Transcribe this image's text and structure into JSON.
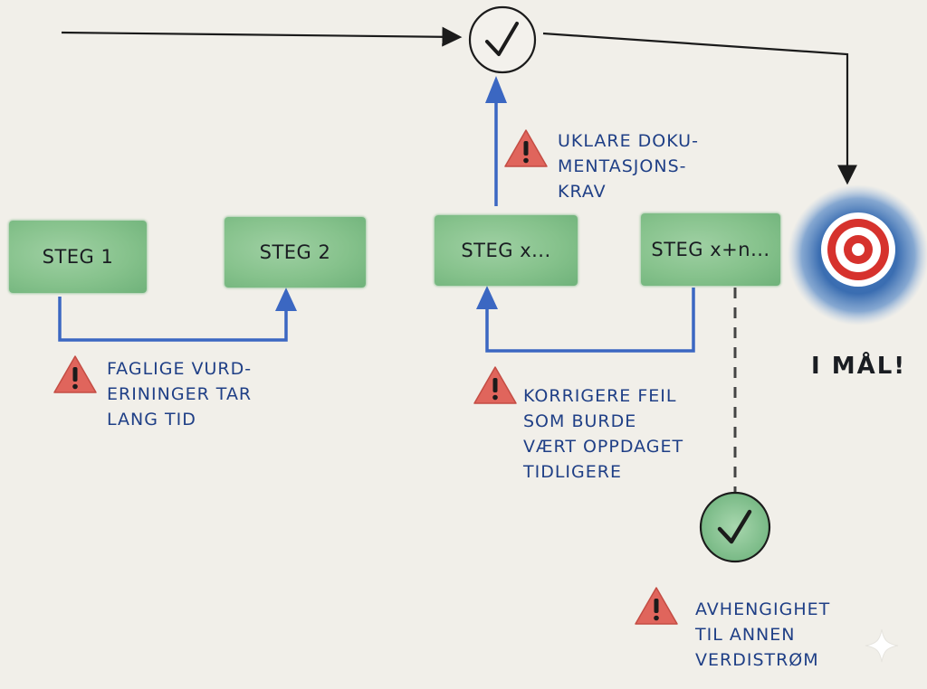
{
  "steps": [
    {
      "label": "STEG 1"
    },
    {
      "label": "STEG 2"
    },
    {
      "label": "STEG x..."
    },
    {
      "label": "STEG x+n..."
    }
  ],
  "notes": {
    "faglige": [
      "FAGLIGE VURD-",
      "ERININGER TAR",
      "LANG TID"
    ],
    "uklare": [
      "UKLARE DOKU-",
      "MENTASJONS-",
      "KRAV"
    ],
    "korrigere": [
      "KORRIGERE FEIL",
      "SOM BURDE",
      "VÆRT OPPDAGET",
      "TIDLIGERE"
    ],
    "avhengighet": [
      "AVHENGIGHET",
      "TIL ANNEN",
      "VERDISTRØM"
    ]
  },
  "goal": {
    "label": "I MÅL!"
  },
  "colors": {
    "step_fill": "#86c28c",
    "note_text": "#1f3f86",
    "flow_blue": "#3b67c2",
    "warning_red": "#e0655c",
    "target_red": "#d6322d",
    "target_halo": "#2f5fa0"
  },
  "icons": [
    "check-icon",
    "warning-icon",
    "target-icon",
    "sparkle-icon"
  ]
}
